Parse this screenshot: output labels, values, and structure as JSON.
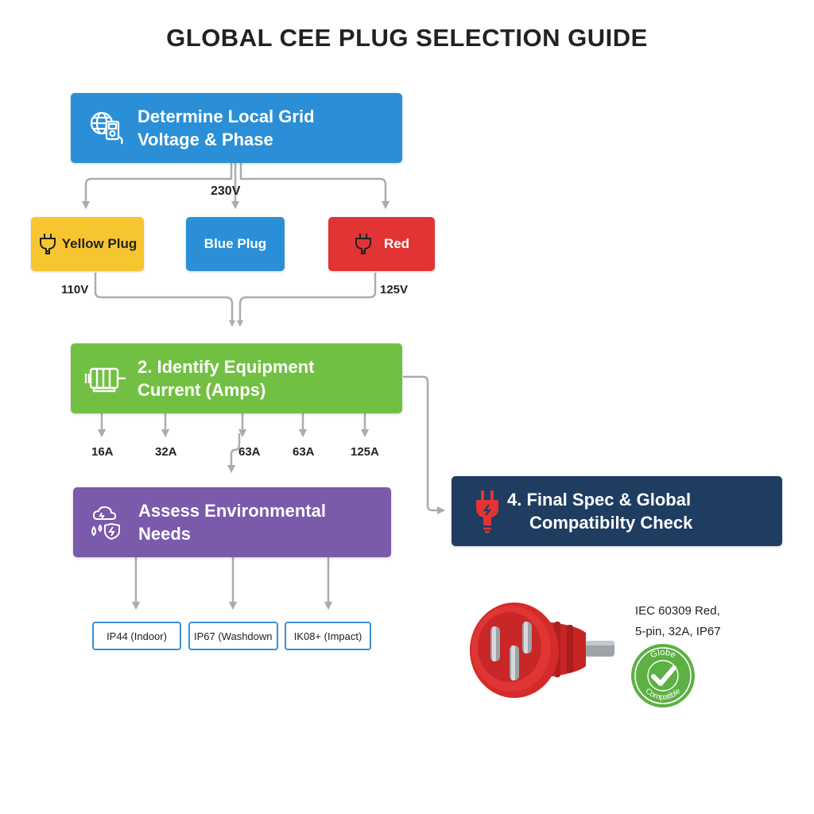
{
  "title": "GLOBAL CEE PLUG SELECTION GUIDE",
  "step1": {
    "line1": "Determine Local Grid",
    "line2": "Voltage & Phase",
    "icon": "globe-multimeter-icon",
    "color": "#2a8fd6"
  },
  "voltage_top": "230V",
  "plugs": [
    {
      "label": "Yellow Plug",
      "icon": "plug-icon",
      "color": "#f7c52f"
    },
    {
      "label": "Blue Plug",
      "color": "#2a8fd6"
    },
    {
      "label": "Red",
      "icon": "plug-icon",
      "color": "#e23434"
    }
  ],
  "voltage_left": "110V",
  "voltage_right": "125V",
  "step2": {
    "line1": "2. Identify Equipment",
    "line2": "Current (Amps)",
    "icon": "motor-icon",
    "color": "#72c043"
  },
  "amps": [
    "16A",
    "32A",
    "63A",
    "63A",
    "125A"
  ],
  "step3": {
    "line1": "Assess Environmental",
    "line2": "Needs",
    "icon": "weather-shield-icon",
    "color": "#7a5aab"
  },
  "ip_ratings": [
    "IP44 (Indoor)",
    "IP67 (Washdown",
    "IK08+ (Impact)"
  ],
  "step4": {
    "line1": "4. Final Spec & Global",
    "line2": "Compatibilty Check",
    "icon": "plug-icon",
    "color": "#1f3c61"
  },
  "spec": {
    "line1": "IEC 60309 Red,",
    "line2": "5-pin, 32A, IP67"
  },
  "badge": {
    "top": "Globe",
    "bottom": "Compatible",
    "icon": "checkmark-icon",
    "color": "#5db043"
  }
}
